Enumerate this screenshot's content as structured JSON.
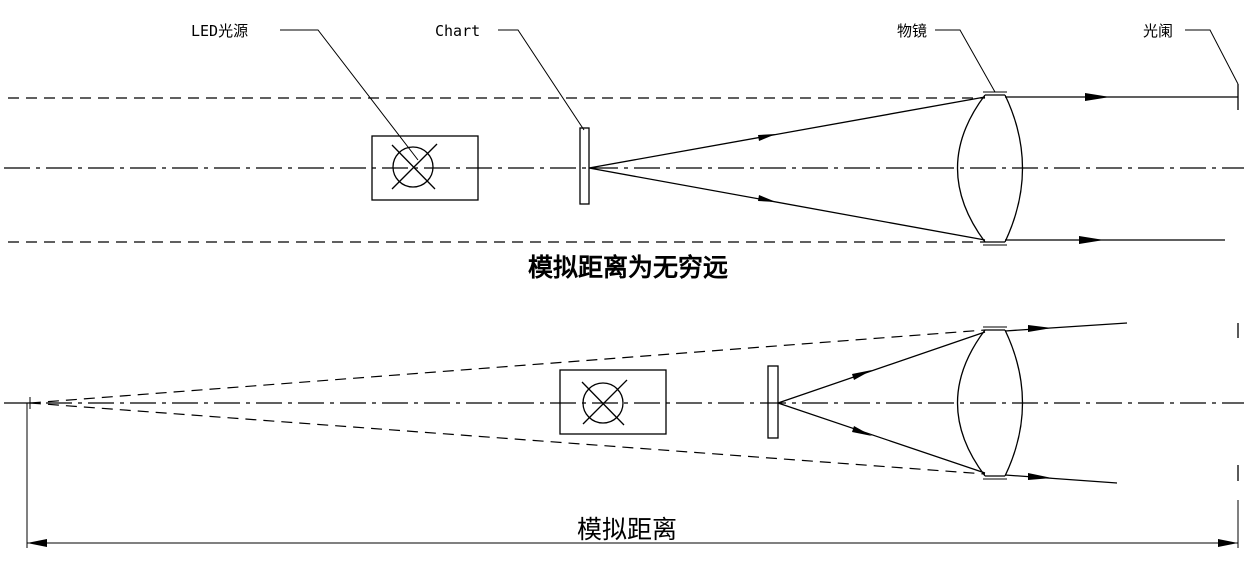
{
  "top_diagram": {
    "label_led": "LED光源",
    "label_chart": "Chart",
    "label_objective": "物镜",
    "label_aperture": "光阑",
    "caption": "模拟距离为无穷远"
  },
  "bottom_diagram": {
    "caption": "模拟距离"
  },
  "colors": {
    "line": "#000000",
    "background": "#ffffff"
  }
}
